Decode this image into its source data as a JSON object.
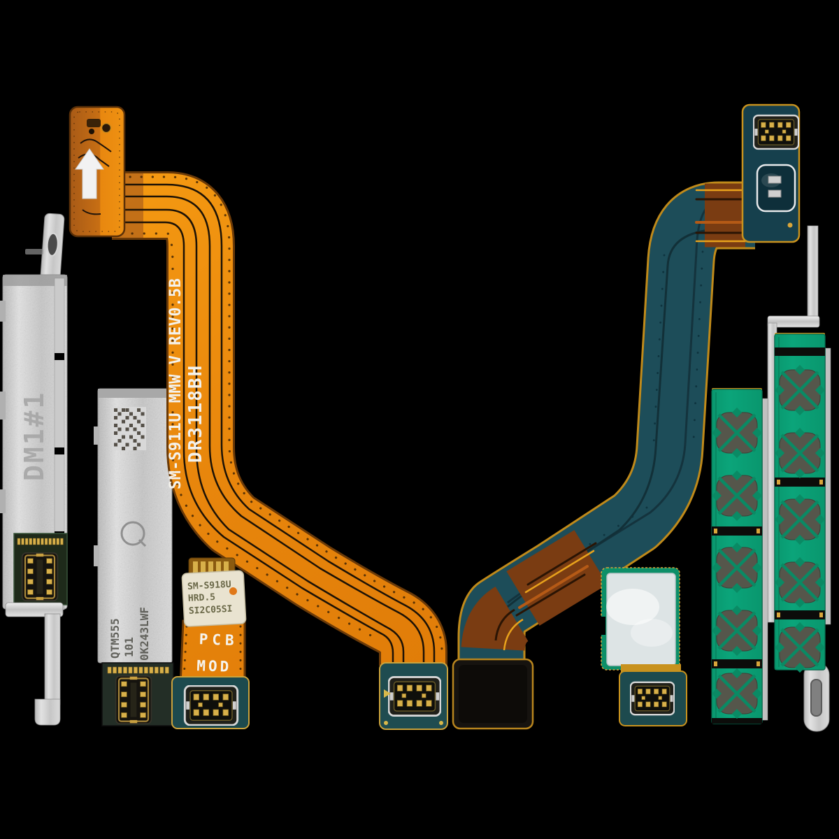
{
  "photo": {
    "background_color": "#000000",
    "up_arrow_icon": "↑"
  },
  "parts": {
    "main_antenna_flex": {
      "marking_line1": "SM-S911U MMW V REV0.5B",
      "marking_line2": "DR3118BH",
      "flex_color": "#e8860c",
      "edge_color": "#6b3a08"
    },
    "bracket_left": {
      "marking": "DM1#1",
      "metal_color": "#cdcdcd"
    },
    "qtm_module": {
      "marking_line1": "QTM555",
      "marking_line2": "101",
      "marking_line3": "0K243LWF",
      "logo": "Q",
      "metal_color": "#d2d2d2"
    },
    "pcb_mod_flex": {
      "label_line1": "SM-S918U",
      "label_line2": "HRD.5",
      "label_line3": "SI2C05SI",
      "body_word1": "PCB",
      "body_word2": "MOD",
      "flex_color": "#d8730e"
    },
    "right_mmw_flex": {
      "flex_color": "#1d4d59",
      "copper_color": "#7a3c12",
      "terminal_color": "#16130f"
    },
    "sticker_flex": {
      "sticker_color": "#dde4e5"
    },
    "antenna_strip_left": {
      "board_color": "#0aa077",
      "patch_color": "#55564b"
    },
    "antenna_strip_right": {
      "board_color": "#0aa077",
      "patch_color": "#55564b"
    }
  }
}
